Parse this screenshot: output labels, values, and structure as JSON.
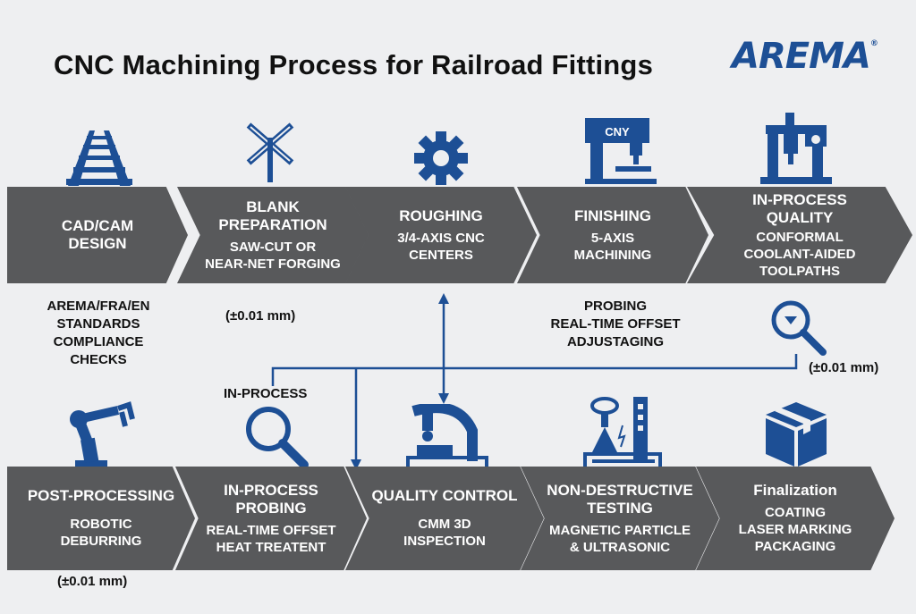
{
  "title": "CNC Machining Process for Railroad Fittings",
  "logo": "AREMA",
  "logo_mark": "®",
  "colors": {
    "arrow": "#58595b",
    "accent": "#1d4f95",
    "background": "#eeeff1"
  },
  "row1": [
    {
      "heading": "CAD/CAM\nDESIGN",
      "sub": "",
      "icon": "railroad-track-icon"
    },
    {
      "heading": "BLANK\nPREPARATION",
      "sub": "SAW-CUT OR\nNEAR-NET FORGING",
      "icon": "crossbuck-sign-icon"
    },
    {
      "heading": "ROUGHING",
      "sub": "3/4-AXIS CNC\nCENTERS",
      "icon": "gear-icon"
    },
    {
      "heading": "FINISHING",
      "sub": "5-AXIS\nMACHINING",
      "icon": "cnc-machine-icon",
      "icon_label": "CNY"
    },
    {
      "heading": "IN-PROCESS\nQUALITY",
      "sub": "CONFORMAL\nCOOLANT-AIDED\nTOOLPATHS",
      "icon": "machine-tool-icon"
    }
  ],
  "row2": [
    {
      "heading": "POST-PROCESSING",
      "sub": "ROBOTIC\nDEBURRING",
      "icon": "robot-arm-icon"
    },
    {
      "heading": "IN-PROCESS\nPROBING",
      "sub": "REAL-TIME OFFSET\nHEAT TREATENT",
      "icon": "magnifier-icon"
    },
    {
      "heading": "QUALITY CONTROL",
      "sub": "CMM 3D\nINSPECTION",
      "icon": "cmm-machine-icon"
    },
    {
      "heading": "NON-DESTRUCTIVE\nTESTING",
      "sub": "MAGNETIC PARTICLE\n& ULTRASONIC",
      "icon": "ndt-equipment-icon"
    },
    {
      "heading": "Finalization",
      "sub": "COATING\nLASER MARKING\nPACKAGING",
      "icon": "package-box-icon"
    }
  ],
  "notes": {
    "standards": "AREMA/FRA/EN\nSTANDARDS\nCOMPLIANCE\nCHECKS",
    "tol1": "(±0.01 mm)",
    "probing": "PROBING\nREAL-TIME OFFSET\nADJUSTAGING",
    "tol2": "(±0.01 mm)",
    "inprocess": "IN-PROCESS",
    "tol3": "(±0.01 mm)"
  }
}
